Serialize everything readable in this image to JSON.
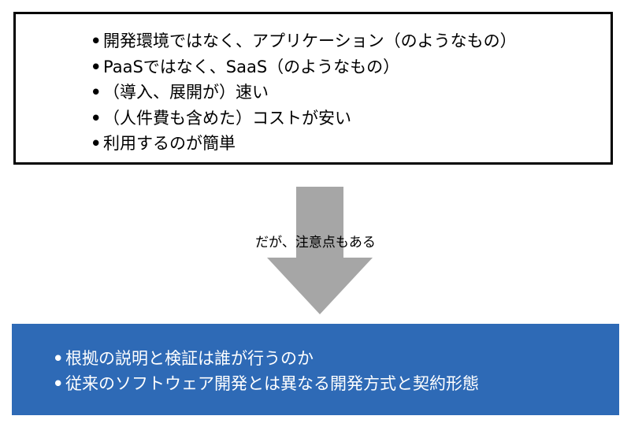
{
  "top_box": {
    "items": [
      "開発環境ではなく、アプリケーション（のようなもの）",
      "PaaSではなく、SaaS（のようなもの）",
      "（導入、展開が）速い",
      "（人件費も含めた）コストが安い",
      "利用するのが簡単"
    ]
  },
  "arrow": {
    "caption": "だが、注意点もある",
    "color": "#a6a6a6"
  },
  "bottom_box": {
    "color": "#2e6ab6",
    "items": [
      "根拠の説明と検証は誰が行うのか",
      "従来のソフトウェア開発とは異なる開発方式と契約形態"
    ]
  },
  "bullet": "•"
}
